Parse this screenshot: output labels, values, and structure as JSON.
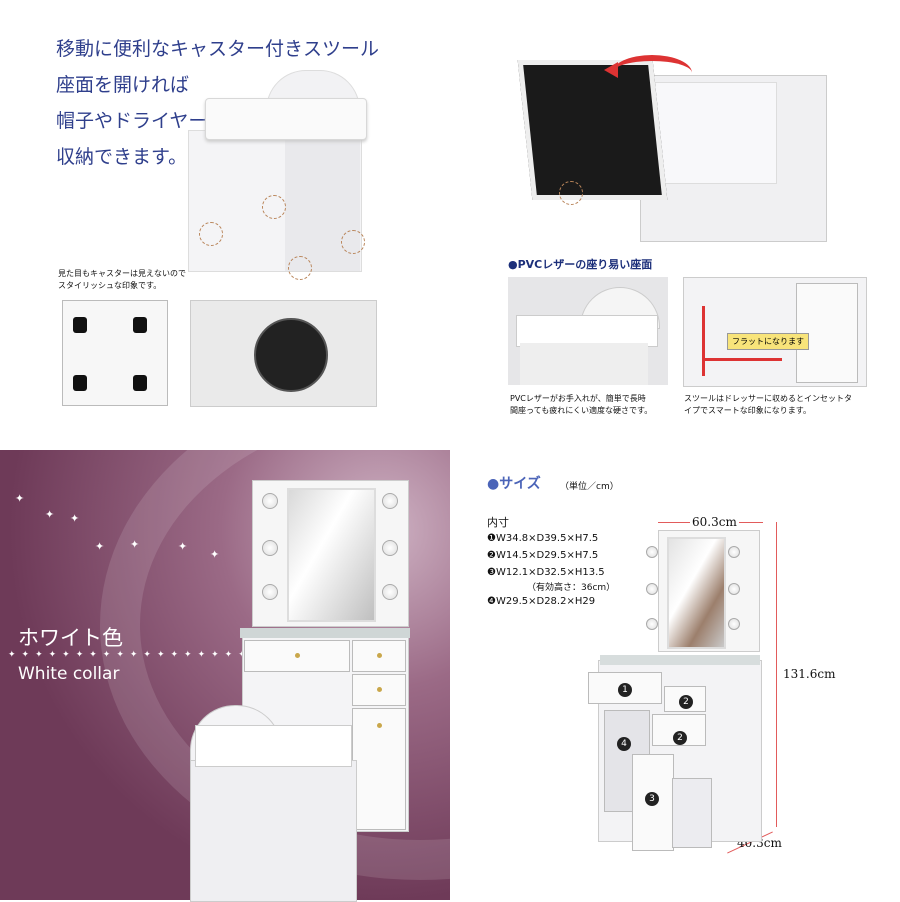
{
  "top_left": {
    "headline_lines": [
      "移動に便利なキャスター付きスツール",
      "座面を開ければ",
      "帽子やドライヤー等も",
      "収納できます。"
    ],
    "caster_caption_lines": [
      "見た目もキャスターは見えないので",
      "スタイリッシュな印象です。"
    ]
  },
  "top_right": {
    "pvc_title": "●PVCレザーの座り易い座面",
    "pvc_caption_lines": [
      "PVCレザーがお手入れが、簡単で長時",
      "間座っても疲れにくい適度な硬さです。"
    ],
    "flat_label": "フラットになります",
    "inset_caption_lines": [
      "スツールはドレッサーに収めるとインセットタ",
      "イプでスマートな印象になります。"
    ]
  },
  "bottom_left": {
    "color_name": "ホワイト色",
    "color_english": "White collar"
  },
  "bottom_right": {
    "size_title": "●サイズ",
    "size_unit": "（単位／cm）",
    "inner_title": "内寸",
    "dimensions": [
      "❶W34.8×D39.5×H7.5",
      "❷W14.5×D29.5×H7.5",
      "❸W12.1×D32.5×H13.5",
      "❹W29.5×D28.2×H29"
    ],
    "effective_height_note": "（有効高さ：36cm）",
    "width_label": "60.3cm",
    "height_label": "131.6cm",
    "depth_label": "40.3cm",
    "part_numbers": [
      "1",
      "2",
      "2",
      "3",
      "4"
    ]
  }
}
